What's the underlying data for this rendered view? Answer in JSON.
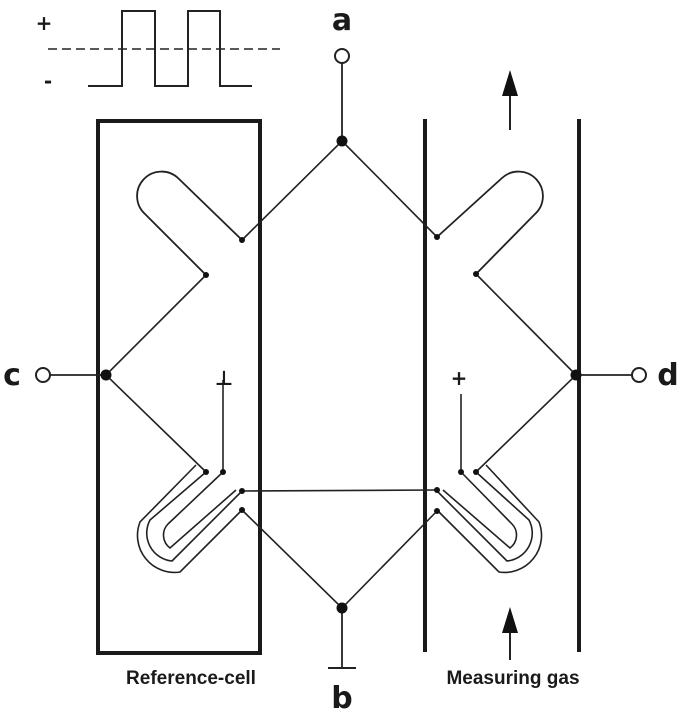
{
  "terminals": {
    "a": "a",
    "b": "b",
    "c": "c",
    "d": "d"
  },
  "signal": {
    "plus": "+",
    "minus": "-"
  },
  "electrodes": {
    "left_polarity": "⊥",
    "right_polarity": "+"
  },
  "captions": {
    "reference_cell": "Reference-cell",
    "measuring_gas": "Measuring gas"
  }
}
